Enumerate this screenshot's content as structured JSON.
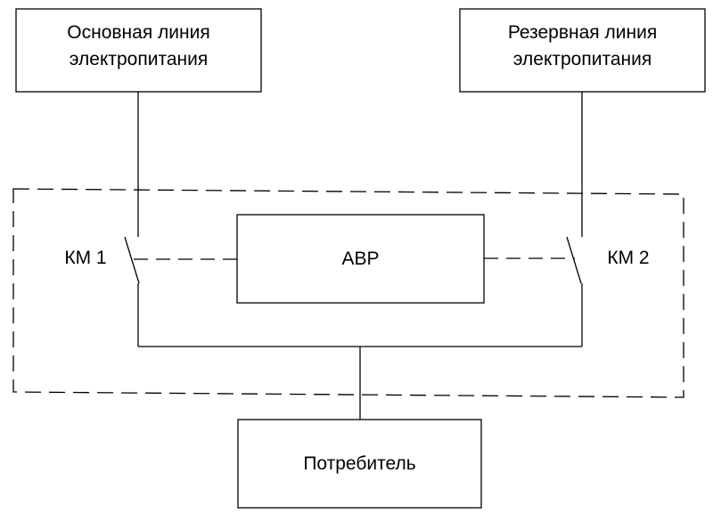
{
  "blocks": {
    "main_line": {
      "line1": "Основная линия",
      "line2": "электропитания"
    },
    "reserve_line": {
      "line1": "Резервная линия",
      "line2": "электропитания"
    },
    "avr": "АВР",
    "consumer": "Потребитель"
  },
  "switches": {
    "km1": "КМ 1",
    "km2": "КМ 2"
  },
  "colors": {
    "stroke": "#000000",
    "background": "#ffffff"
  }
}
